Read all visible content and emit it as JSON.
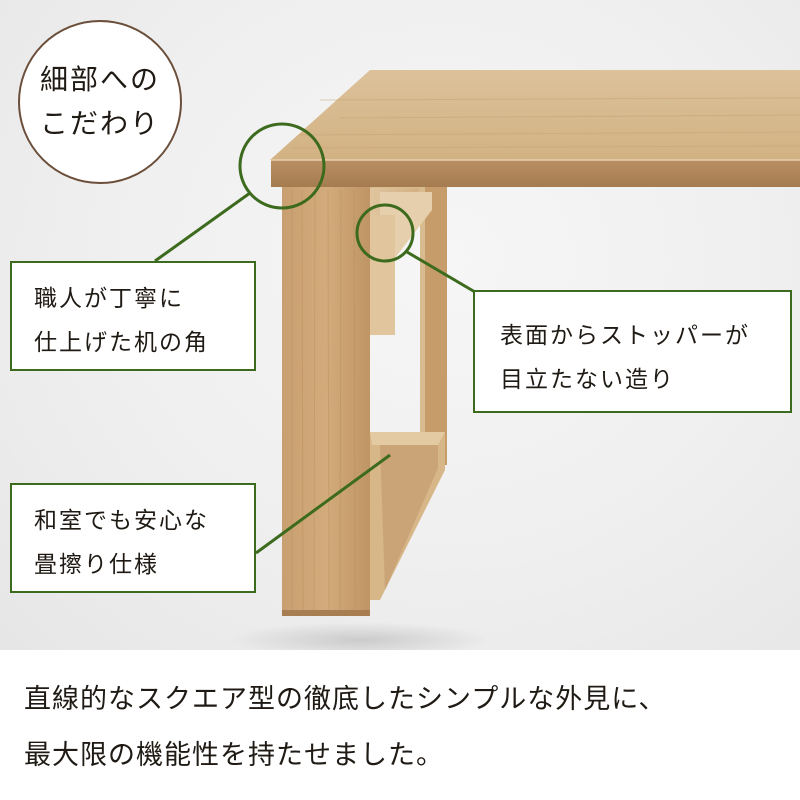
{
  "badge": {
    "lines": [
      "細部への",
      "こだわり"
    ],
    "border_color": "#6b4f3a"
  },
  "callouts": [
    {
      "id": "corner",
      "lines": [
        "職人が丁寧に",
        "仕上げた机の角"
      ]
    },
    {
      "id": "stopper",
      "lines": [
        "表面からストッパーが",
        "目立たない造り"
      ]
    },
    {
      "id": "tatami",
      "lines": [
        "和室でも安心な",
        "畳擦り仕様"
      ]
    }
  ],
  "caption": {
    "lines": [
      "直線的なスクエア型の徹底したシンプルな外見に、",
      "最大限の機能性を持たせました。"
    ]
  },
  "colors": {
    "accent_green": "#3d6b1e",
    "wood_top": "#d8b98a",
    "wood_edge": "#b38a5c",
    "wood_leg": "#c9a273",
    "background": "#efefef"
  }
}
